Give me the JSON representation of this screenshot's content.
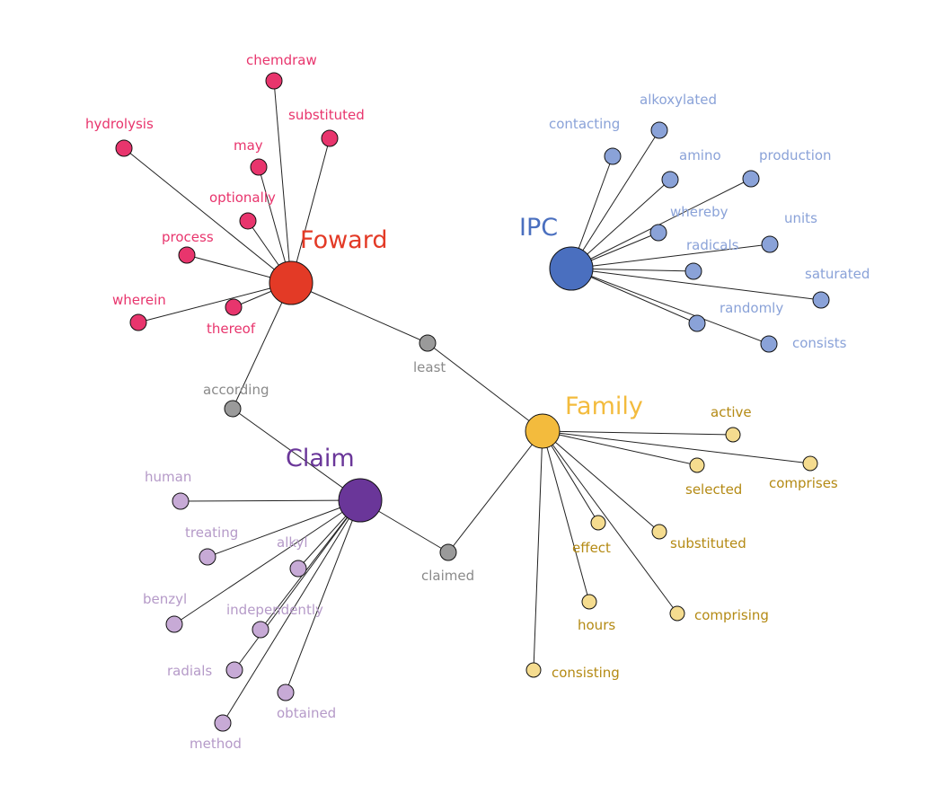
{
  "colors": {
    "foward": "#e8356d",
    "foward_hub": "#e33a26",
    "ipc": "#8aa2d8",
    "ipc_hub": "#4a6fbf",
    "family": "#f5dc8f",
    "family_label": "#b48a14",
    "family_hub": "#f3bb3d",
    "claim": "#c7aad6",
    "claim_label": "#b59ac8",
    "claim_hub": "#6a3699",
    "bridge": "#9a9a9a",
    "bridge_label": "#8a8a8a"
  },
  "hubs": {
    "foward": "Foward",
    "ipc": "IPC",
    "family": "Family",
    "claim": "Claim"
  },
  "bridges": {
    "least": "least",
    "according": "according",
    "claimed": "claimed"
  },
  "foward_terms": {
    "chemdraw": "chemdraw",
    "substituted": "substituted",
    "hydrolysis": "hydrolysis",
    "may": "may",
    "optionally": "optionally",
    "process": "process",
    "wherein": "wherein",
    "thereof": "thereof"
  },
  "ipc_terms": {
    "alkoxylated": "alkoxylated",
    "contacting": "contacting",
    "amino": "amino",
    "production": "production",
    "whereby": "whereby",
    "units": "units",
    "radicals": "radicals",
    "saturated": "saturated",
    "randomly": "randomly",
    "consists": "consists"
  },
  "family_terms": {
    "active": "active",
    "selected": "selected",
    "comprises": "comprises",
    "effect": "effect",
    "substituted": "substituted",
    "hours": "hours",
    "comprising": "comprising",
    "consisting": "consisting"
  },
  "claim_terms": {
    "human": "human",
    "treating": "treating",
    "alkyl": "alkyl",
    "benzyl": "benzyl",
    "independently": "independently",
    "radials": "radials",
    "obtained": "obtained",
    "method": "method"
  }
}
